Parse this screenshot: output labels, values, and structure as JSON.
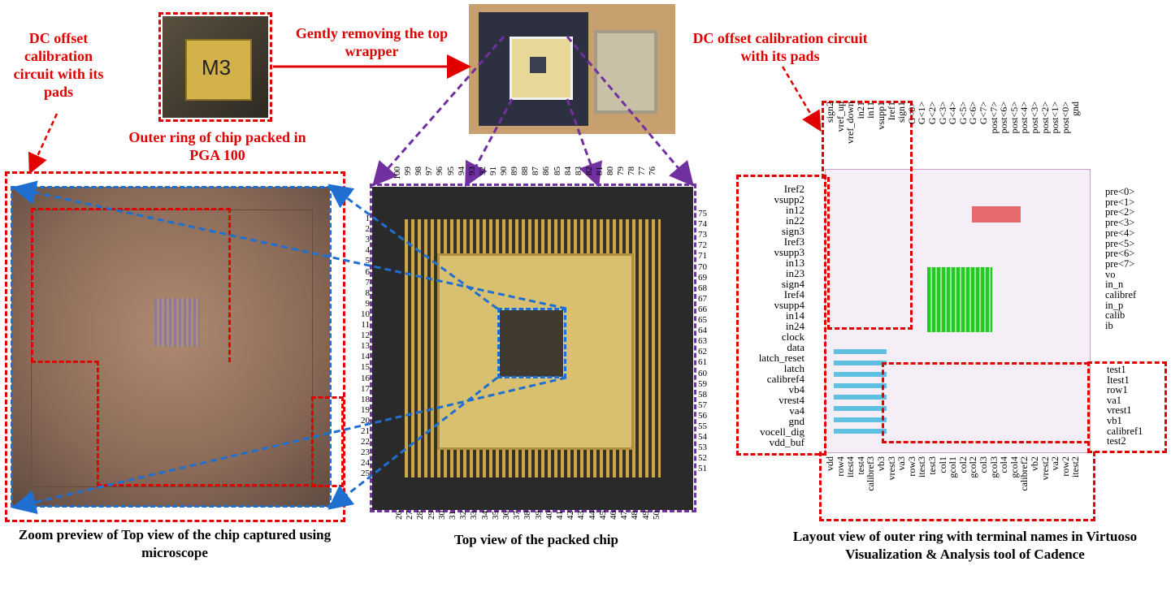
{
  "annotations": {
    "dc_offset_left": "DC offset calibration circuit with its pads",
    "gently_removing": "Gently removing the top wrapper",
    "dc_offset_right": "DC offset calibration circuit with its pads",
    "outer_ring": "Outer ring of chip packed in PGA 100",
    "chip_marking": "M3"
  },
  "captions": {
    "zoom_preview": "Zoom preview of Top view of the chip captured using microscope",
    "top_view": "Top view of the packed chip",
    "layout_view": "Layout view of outer ring with terminal names in Virtuoso Visualization & Analysis tool of Cadence"
  },
  "package_pins": {
    "top": [
      "100",
      "99",
      "98",
      "97",
      "96",
      "95",
      "94",
      "93",
      "92",
      "91",
      "90",
      "89",
      "88",
      "87",
      "86",
      "85",
      "84",
      "83",
      "82",
      "81",
      "80",
      "79",
      "78",
      "77",
      "76"
    ],
    "left": [
      "1",
      "2",
      "3",
      "4",
      "5",
      "6",
      "7",
      "8",
      "9",
      "10",
      "11",
      "12",
      "13",
      "14",
      "15",
      "16",
      "17",
      "18",
      "19",
      "20",
      "21",
      "22",
      "23",
      "24",
      "25"
    ],
    "right": [
      "75",
      "74",
      "73",
      "72",
      "71",
      "70",
      "69",
      "68",
      "67",
      "66",
      "65",
      "64",
      "63",
      "62",
      "61",
      "60",
      "59",
      "58",
      "57",
      "56",
      "55",
      "54",
      "53",
      "52",
      "51"
    ],
    "bottom": [
      "26",
      "27",
      "28",
      "29",
      "30",
      "31",
      "32",
      "33",
      "34",
      "35",
      "36",
      "37",
      "38",
      "39",
      "40",
      "41",
      "42",
      "43",
      "44",
      "45",
      "46",
      "47",
      "48",
      "49",
      "50"
    ]
  },
  "layout_terminals": {
    "top": [
      "sign2",
      "vref_up",
      "vref_down",
      "in21",
      "in11",
      "vsupp1",
      "Iref1",
      "sign1",
      "G<0>",
      "G<1>",
      "G<2>",
      "G<3>",
      "G<4>",
      "G<5>",
      "G<6>",
      "G<7>",
      "post<7>",
      "post<6>",
      "post<5>",
      "post<4>",
      "post<3>",
      "post<2>",
      "post<1>",
      "post<0>",
      "gnd"
    ],
    "left": [
      "Iref2",
      "vsupp2",
      "in12",
      "in22",
      "sign3",
      "Iref3",
      "vsupp3",
      "in13",
      "in23",
      "sign4",
      "Iref4",
      "vsupp4",
      "in14",
      "in24",
      "clock",
      "data",
      "latch_reset",
      "latch",
      "calibref4",
      "vb4",
      "vrest4",
      "va4",
      "gnd",
      "vocell_dig",
      "vdd_buf"
    ],
    "right_upper": [
      "pre<0>",
      "pre<1>",
      "pre<2>",
      "pre<3>",
      "pre<4>",
      "pre<5>",
      "pre<6>",
      "pre<7>",
      "vo",
      "in_n",
      "calibref",
      "in_p",
      "calib",
      "ib"
    ],
    "right_lower": [
      "test1",
      "Itest1",
      "row1",
      "va1",
      "vrest1",
      "vb1",
      "calibref1",
      "test2"
    ],
    "bottom": [
      "vdd",
      "row4",
      "itest4",
      "test4",
      "calibref3",
      "vb3",
      "vrest3",
      "va3",
      "row3",
      "itest3",
      "test3",
      "col1",
      "gcol1",
      "col2",
      "gcol2",
      "col3",
      "gcol3",
      "col4",
      "gcol4",
      "calibref2",
      "vb2",
      "vrest2",
      "va2",
      "row2",
      "itest2"
    ]
  },
  "colors": {
    "red": "#e00000",
    "purple": "#7030a0",
    "blue": "#1f6fd0",
    "gold": "#c9a84c"
  }
}
